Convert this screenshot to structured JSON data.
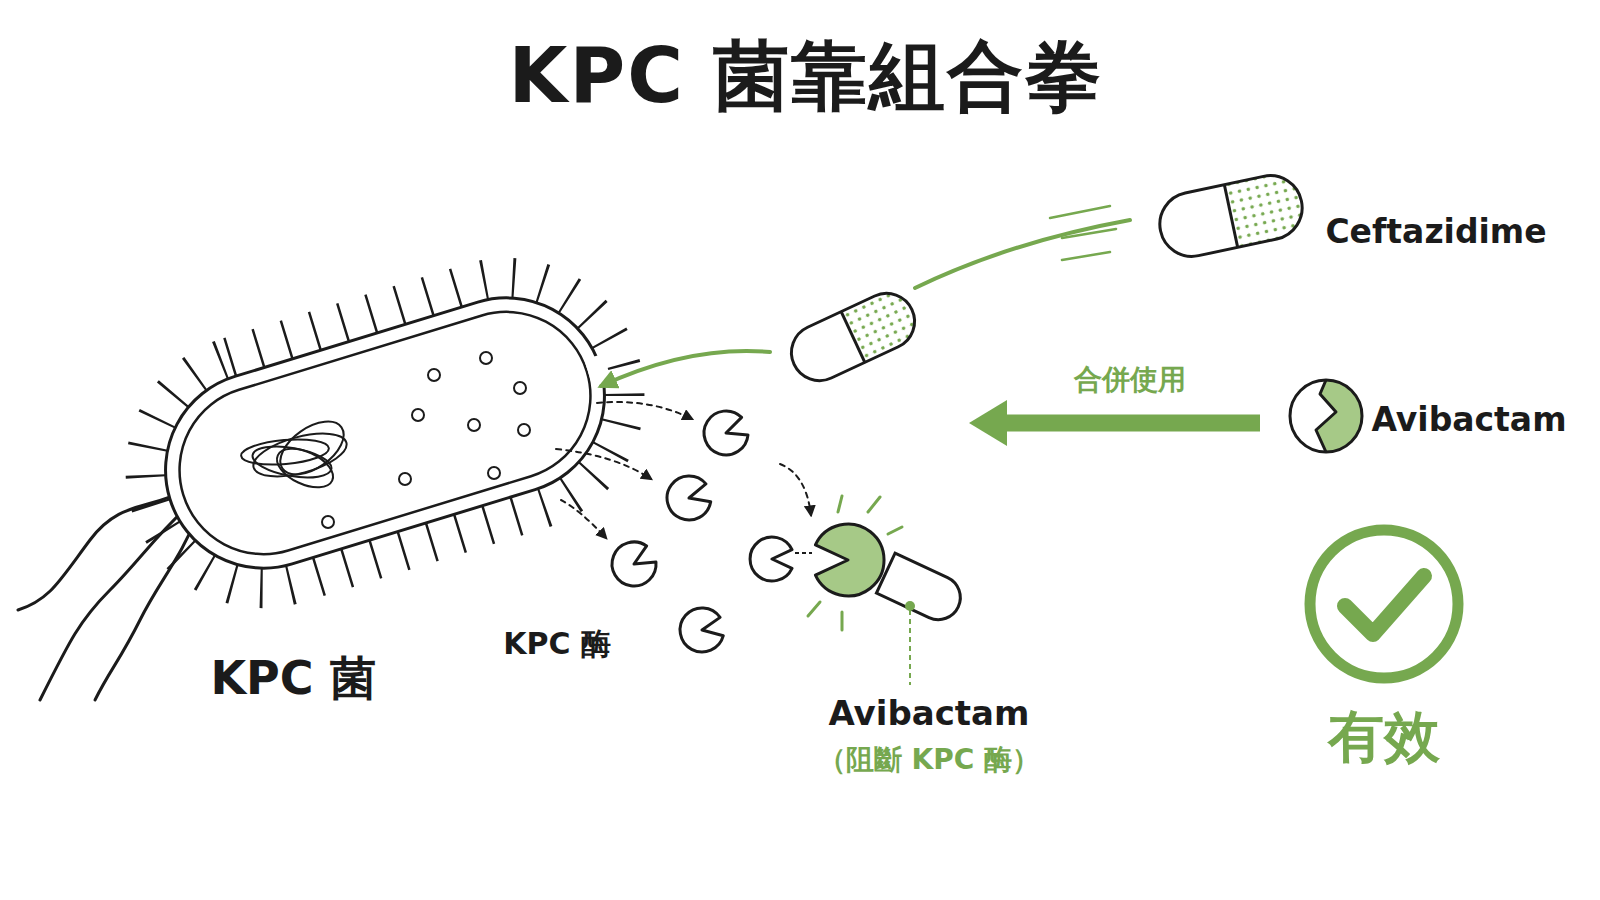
{
  "diagram": {
    "title": "KPC 菌靠組合拳",
    "nodes": [
      {
        "text": [
          "KPC 菌"
        ]
      },
      {
        "text": [
          "KPC 酶"
        ]
      },
      {
        "text": [
          "Avibactam",
          "（阻斷 KPC 酶）"
        ]
      },
      {
        "text": [
          "Ceftazidime"
        ]
      },
      {
        "text": [
          "Avibactam"
        ]
      },
      {
        "text": [
          "有效"
        ]
      }
    ],
    "edges": [
      {
        "from": 3,
        "to": 0,
        "arrow": "to"
      },
      {
        "from": 0,
        "to": 1,
        "arrow": "to"
      },
      {
        "from": 1,
        "to": 2,
        "arrow": "to"
      },
      {
        "from": 4,
        "to": 2,
        "label": "合併使用",
        "arrow": "to"
      }
    ]
  }
}
